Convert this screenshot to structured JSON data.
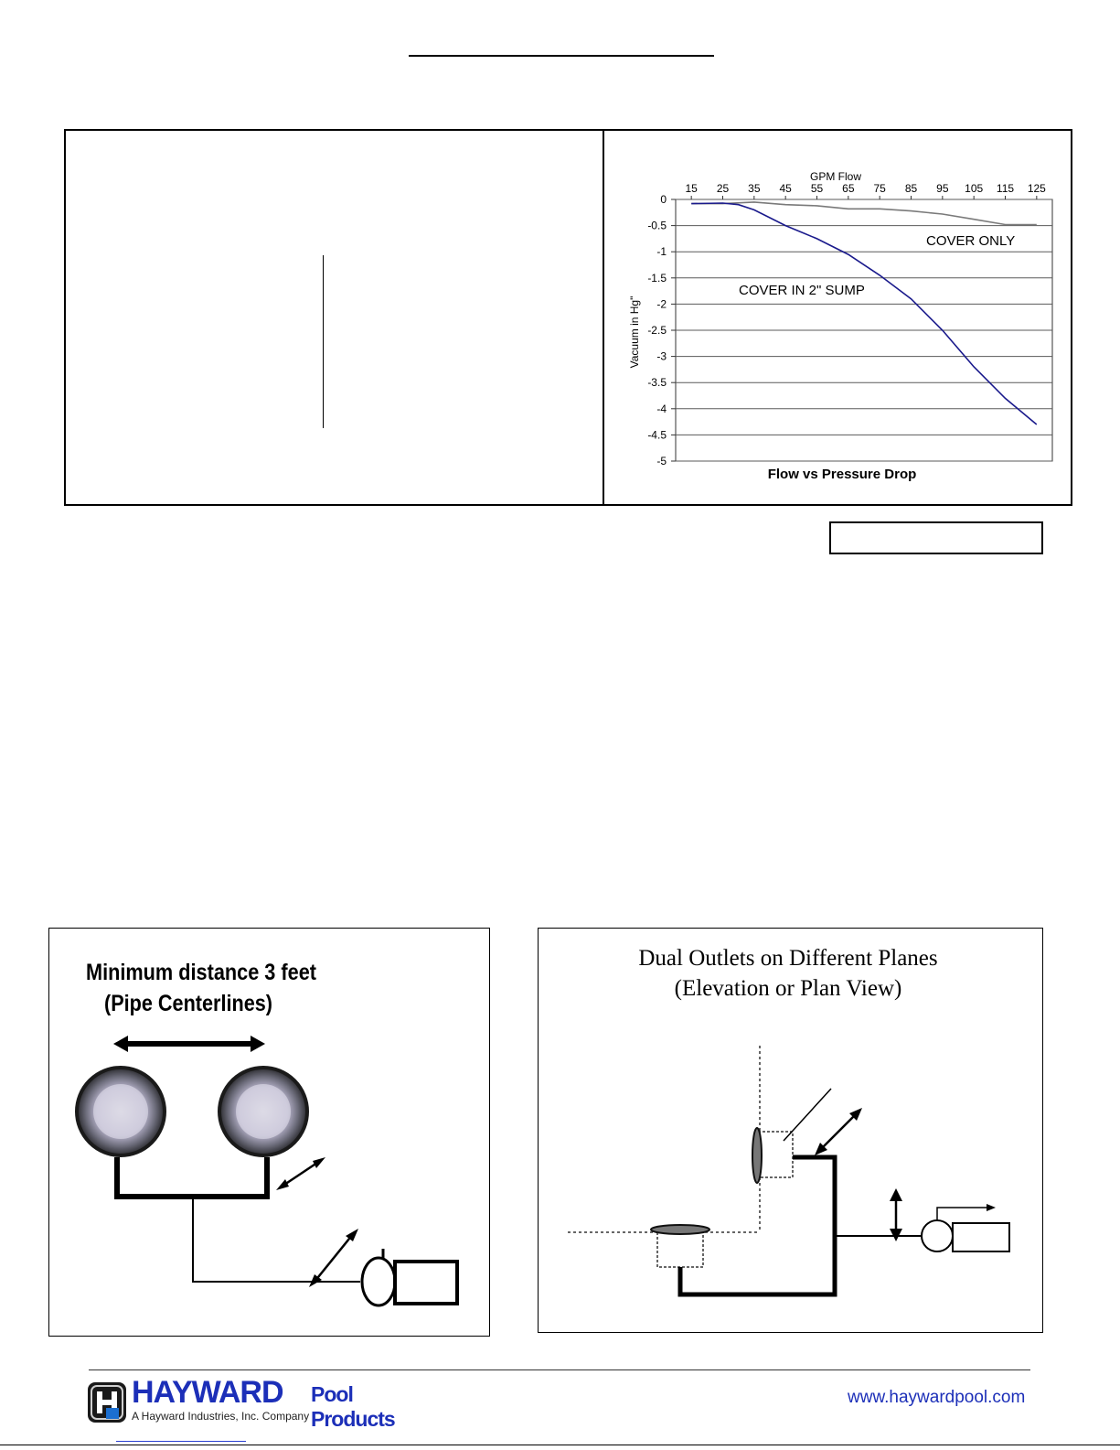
{
  "chart_data": {
    "type": "line",
    "title": "GPM Flow",
    "xlabel": "Flow vs Pressure Drop",
    "ylabel": "Vacuum in  Hg\"",
    "x_ticks": [
      15,
      25,
      35,
      45,
      55,
      65,
      75,
      85,
      95,
      105,
      115,
      125
    ],
    "xlim": [
      10,
      130
    ],
    "y_ticks": [
      0,
      -0.5,
      -1,
      -1.5,
      -2,
      -2.5,
      -3,
      -3.5,
      -4,
      -4.5,
      -5
    ],
    "y_tick_labels": [
      "0",
      "-0.5",
      "-1",
      "-1.5",
      "-2",
      "-2.5",
      "-3",
      "-3.5",
      "-4",
      "-4.5",
      "-5"
    ],
    "ylim": [
      -5,
      0
    ],
    "grid": true,
    "series": [
      {
        "name": "COVER ONLY",
        "color": "#7a7a7a",
        "x": [
          15,
          25,
          35,
          45,
          55,
          65,
          75,
          85,
          95,
          105,
          115,
          125
        ],
        "y": [
          -0.08,
          -0.08,
          -0.05,
          -0.1,
          -0.12,
          -0.18,
          -0.18,
          -0.22,
          -0.28,
          -0.38,
          -0.48,
          -0.48
        ]
      },
      {
        "name": "COVER IN 2\" SUMP",
        "color": "#1a1a8c",
        "x": [
          15,
          25,
          30,
          35,
          40,
          45,
          55,
          65,
          75,
          85,
          95,
          105,
          115,
          125
        ],
        "y": [
          -0.08,
          -0.07,
          -0.1,
          -0.2,
          -0.35,
          -0.5,
          -0.75,
          -1.05,
          -1.45,
          -1.9,
          -2.5,
          -3.2,
          -3.8,
          -4.3
        ]
      }
    ]
  },
  "diagram_left": {
    "title_line1": "Minimum distance 3 feet",
    "title_line2": "(Pipe Centerlines)"
  },
  "diagram_right": {
    "title_line1": "Dual Outlets on Different Planes",
    "title_line2": "(Elevation or Plan View)"
  },
  "footer": {
    "brand": "HAYWARD",
    "brand_suffix": "Pool Products",
    "tagline": "A Hayward Industries, Inc. Company",
    "url": "www.haywardpool.com"
  },
  "colors": {
    "brand_blue": "#1c2fb8",
    "chart_grid": "#5a5a5a"
  }
}
